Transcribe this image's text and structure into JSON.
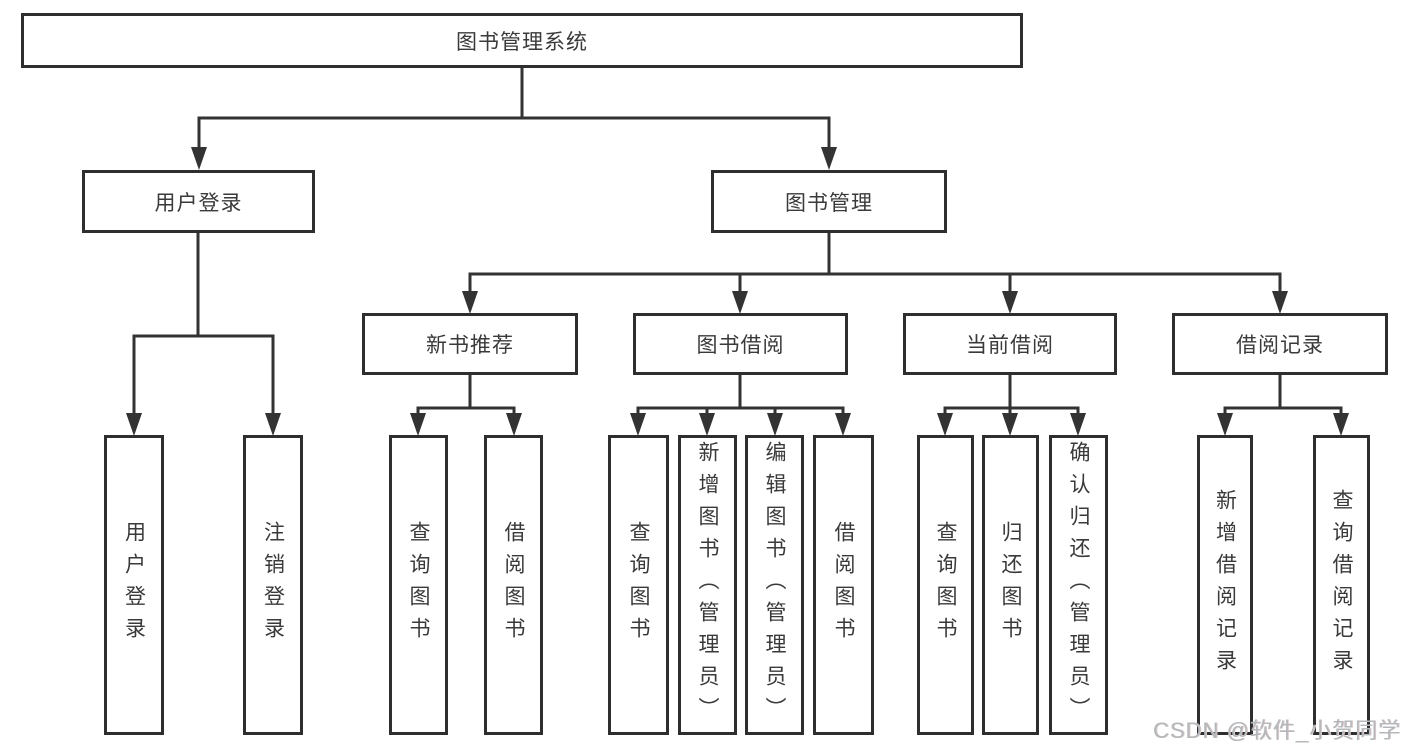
{
  "diagram": {
    "root": {
      "label": "图书管理系统"
    },
    "level1": [
      {
        "label": "用户登录"
      },
      {
        "label": "图书管理"
      }
    ],
    "level2": [
      {
        "label": "新书推荐"
      },
      {
        "label": "图书借阅"
      },
      {
        "label": "当前借阅"
      },
      {
        "label": "借阅记录"
      }
    ],
    "leaves": [
      {
        "label": "用户登录"
      },
      {
        "label": "注销登录"
      },
      {
        "label": "查询图书"
      },
      {
        "label": "借阅图书"
      },
      {
        "label": "查询图书"
      },
      {
        "label": "新增图书（管理员）"
      },
      {
        "label": "编辑图书（管理员）"
      },
      {
        "label": "借阅图书"
      },
      {
        "label": "查询图书"
      },
      {
        "label": "归还图书"
      },
      {
        "label": "确认归还（管理员）"
      },
      {
        "label": "新增借阅记录"
      },
      {
        "label": "查询借阅记录"
      }
    ],
    "watermark": "CSDN @软件_小贺同学",
    "colors": {
      "line": "#333333",
      "border": "#2e2e2e",
      "text": "#3a3a3a",
      "watermark": "#b4b8bc"
    }
  }
}
